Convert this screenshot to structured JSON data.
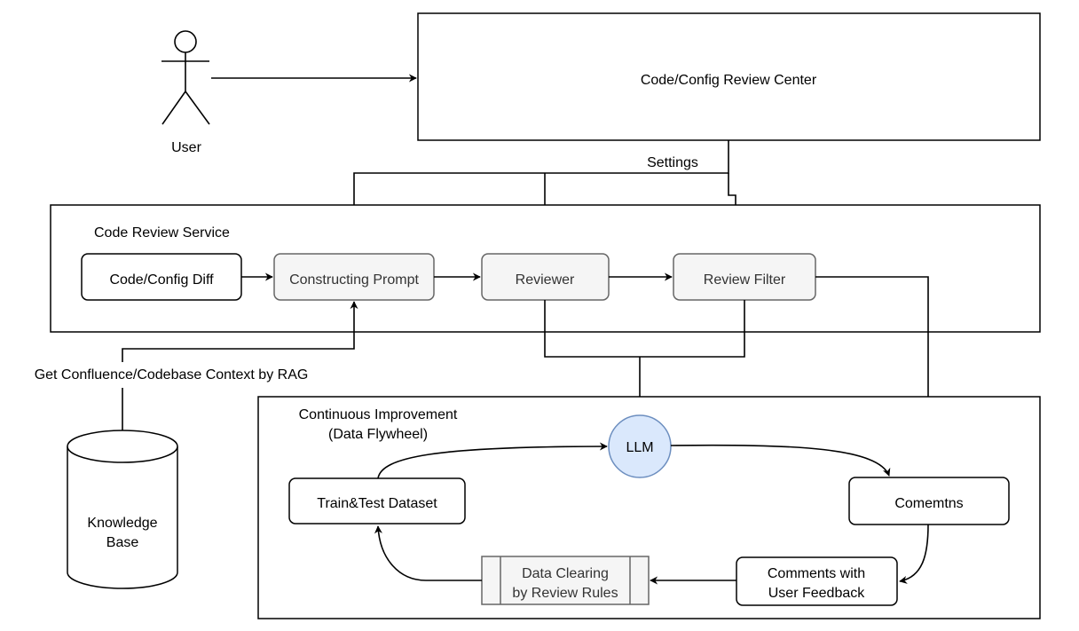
{
  "user": {
    "label": "User"
  },
  "review_center": {
    "label": "Code/Config Review Center"
  },
  "settings": {
    "label": "Settings"
  },
  "code_review_service": {
    "title": "Code Review Service",
    "diff": "Code/Config Diff",
    "prompt": "Constructing Prompt",
    "reviewer": "Reviewer",
    "filter": "Review Filter"
  },
  "rag": {
    "label": "Get Confluence/Codebase Context by RAG"
  },
  "knowledge_base": {
    "line1": "Knowledge",
    "line2": "Base"
  },
  "continuous_improvement": {
    "title_line1": "Continuous Improvement",
    "title_line2": "(Data Flywheel)",
    "llm": "LLM",
    "dataset": "Train&Test Dataset",
    "comments": "Comemtns",
    "feedback_line1": "Comments with",
    "feedback_line2": "User Feedback",
    "clearing_line1": "Data Clearing",
    "clearing_line2": "by Review Rules"
  },
  "colors": {
    "llm_fill": "#dae8fc",
    "llm_stroke": "#6c8ebf",
    "process_fill": "#f5f5f5",
    "process_stroke": "#666666"
  }
}
